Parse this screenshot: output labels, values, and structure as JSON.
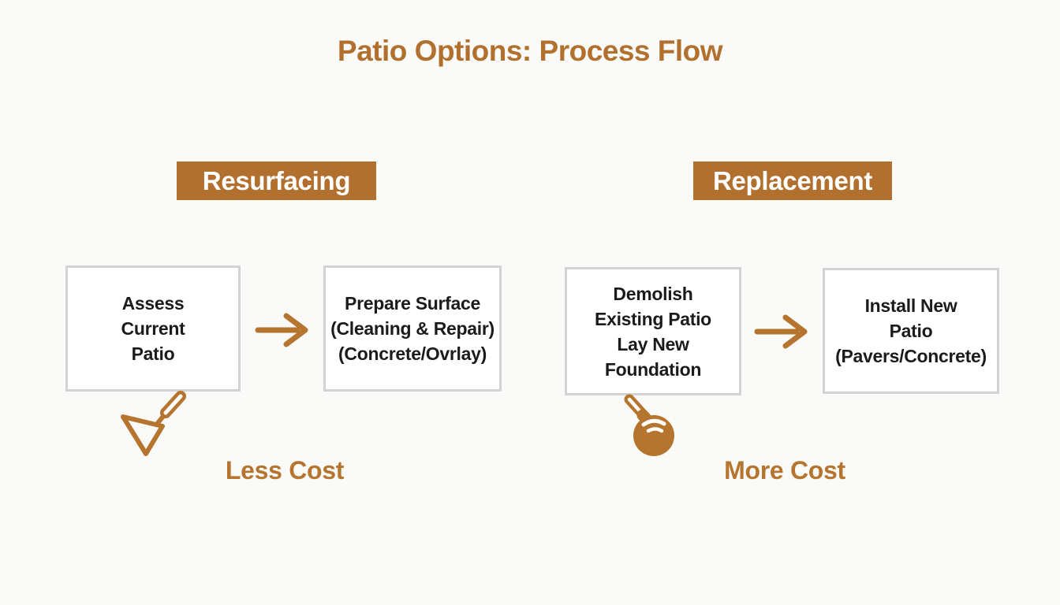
{
  "title": "Patio Options: Process Flow",
  "colors": {
    "accent": "#b1702e",
    "accent_light": "#b5752f",
    "background": "#fafaf8",
    "box_border": "#d3d3d3",
    "box_bg": "#ffffff",
    "text": "#1b1b1b",
    "header_text": "#ffffff"
  },
  "branches": [
    {
      "header": "Resurfacing",
      "steps": [
        {
          "text": "Assess\nCurrent\nPatio"
        },
        {
          "text": "Prepare Surface\n(Cleaning & Repair)\n(Concrete/Ovrlay)"
        }
      ],
      "icon": "trowel-icon",
      "cost_label": "Less Cost"
    },
    {
      "header": "Replacement",
      "steps": [
        {
          "text": "Demolish\nExisting Patio\nLay New\nFoundation"
        },
        {
          "text": "Install New\nPatio\n(Pavers/Concrete)"
        }
      ],
      "icon": "sledgehammer-icon",
      "cost_label": "More Cost"
    }
  ]
}
